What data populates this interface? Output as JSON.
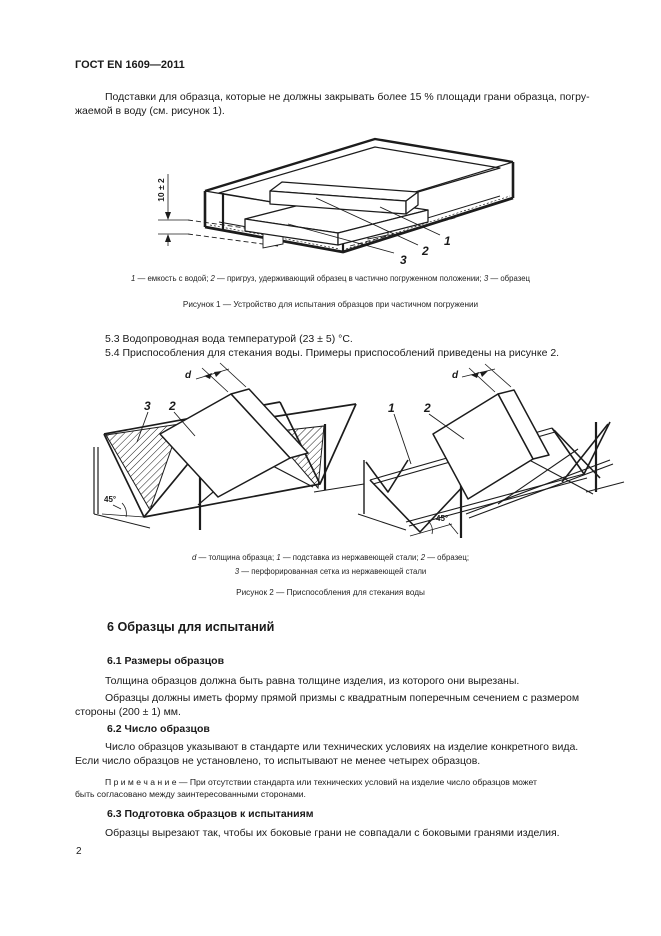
{
  "header": {
    "title": "ГОСТ EN 1609—2011"
  },
  "intro": {
    "line1": "Подставки для образца, которые не должны закрывать более 15 % площади грани образца, погру-",
    "line2": "жаемой в воду (см. рисунок 1)."
  },
  "figure1": {
    "dim_label": "10 ± 2",
    "callout1": "1",
    "callout2": "2",
    "callout3": "3",
    "caption": {
      "n1": "1",
      "t1": " — емкость с водой; ",
      "n2": "2",
      "t2": " — пригруз, удерживающий образец в частично погруженном положении; ",
      "n3": "3",
      "t3": " — образец"
    },
    "title": "Рисунок 1 — Устройство для испытания образцов при частичном погружении"
  },
  "items": {
    "item53": "5.3 Водопроводная вода температурой (23 ± 5) °С.",
    "item54": "5.4 Приспособления для стекания воды. Примеры приспособлений приведены на рисунке 2."
  },
  "figure2": {
    "left": {
      "label3": "3",
      "label2": "2",
      "dim": "d",
      "angle": "45°"
    },
    "right": {
      "label1": "1",
      "label2": "2",
      "dim": "d",
      "angle": "45°"
    },
    "caption": {
      "d": "d",
      "t1": " — толщина образца; ",
      "n1": "1",
      "t2": " — подставка из нержавеющей стали; ",
      "n2": "2",
      "t3": " — образец;",
      "n3": "3",
      "t4": " — перфорированная сетка из нержавеющей стали"
    },
    "title": "Рисунок 2 — Приспособления для стекания воды"
  },
  "section6": {
    "heading": "6 Образцы для испытаний",
    "s61": {
      "heading": "6.1 Размеры образцов",
      "p1": "Толщина образцов должна быть равна толщине изделия, из которого они вырезаны.",
      "p2_line1": "Образцы должны иметь форму прямой призмы с квадратным поперечным сечением с размером",
      "p2_line2": "стороны (200 ± 1) мм."
    },
    "s62": {
      "heading": "6.2 Число образцов",
      "p1_line1": "Число образцов указывают в стандарте или технических условиях на изделие конкретного вида.",
      "p1_line2": "Если число образцов не установлено, то испытывают не менее четырех образцов.",
      "note_line1": "П р и м е ч а н и е — При отсутствии стандарта или технических условий на изделие число образцов может",
      "note_line2": "быть согласовано между заинтересованными сторонами."
    },
    "s63": {
      "heading": "6.3 Подготовка образцов к испытаниям",
      "p1": "Образцы вырезают так, чтобы их боковые грани не совпадали с боковыми гранями изделия."
    }
  },
  "footer": {
    "page_number": "2"
  }
}
